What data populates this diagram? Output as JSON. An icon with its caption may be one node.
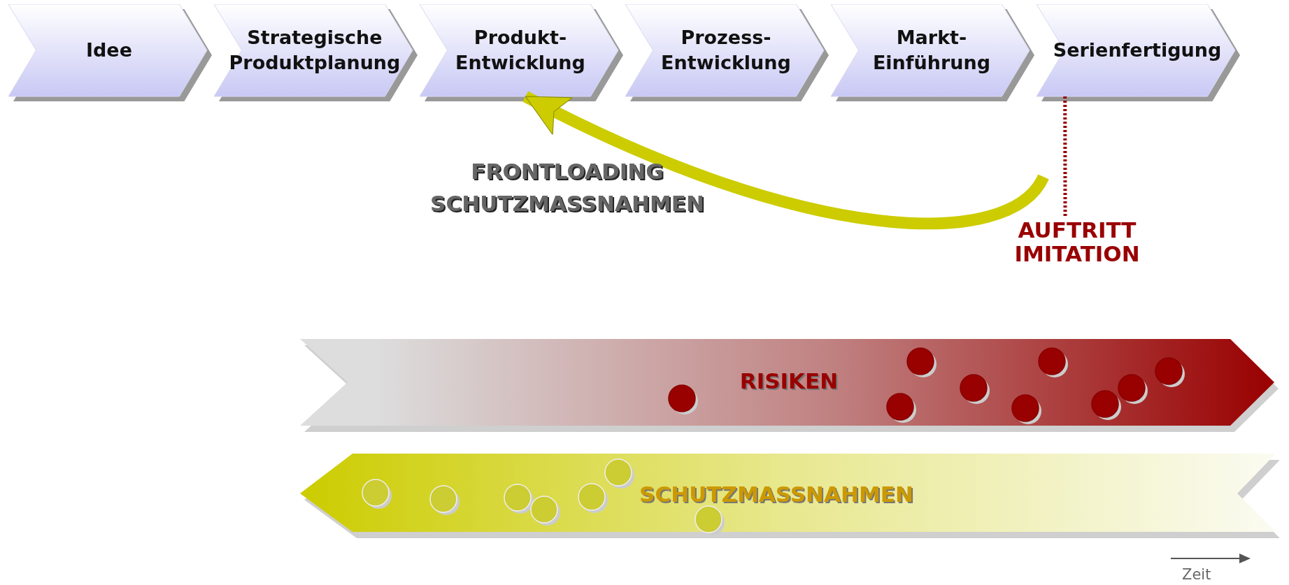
{
  "diagram": {
    "nodes": [
      {
        "text": [
          "Idee"
        ]
      },
      {
        "text": [
          "Strategische Produktplanung"
        ]
      },
      {
        "text": [
          "Produkt- Entwicklung"
        ]
      },
      {
        "text": [
          "Prozess- Entwicklung"
        ]
      },
      {
        "text": [
          "Markt- Einführung"
        ]
      },
      {
        "text": [
          "Serienfertigung"
        ]
      },
      {
        "text": [
          "AUFTRITT IMITATION"
        ]
      },
      {
        "text": [
          "RISIKEN"
        ]
      },
      {
        "text": [
          "SCHUTZMASSNAHMEN"
        ]
      }
    ],
    "edges": [
      {
        "from": 5,
        "to": 6,
        "arrow": "none",
        "style": "dashed",
        "color": "#990000"
      },
      {
        "from": null,
        "to": 2,
        "arrow": "to",
        "label": "FRONTLOADING SCHUTZMASSNAHMEN",
        "style": "thick",
        "color": "#cccc00"
      }
    ],
    "labels": [
      "Zeit"
    ]
  }
}
